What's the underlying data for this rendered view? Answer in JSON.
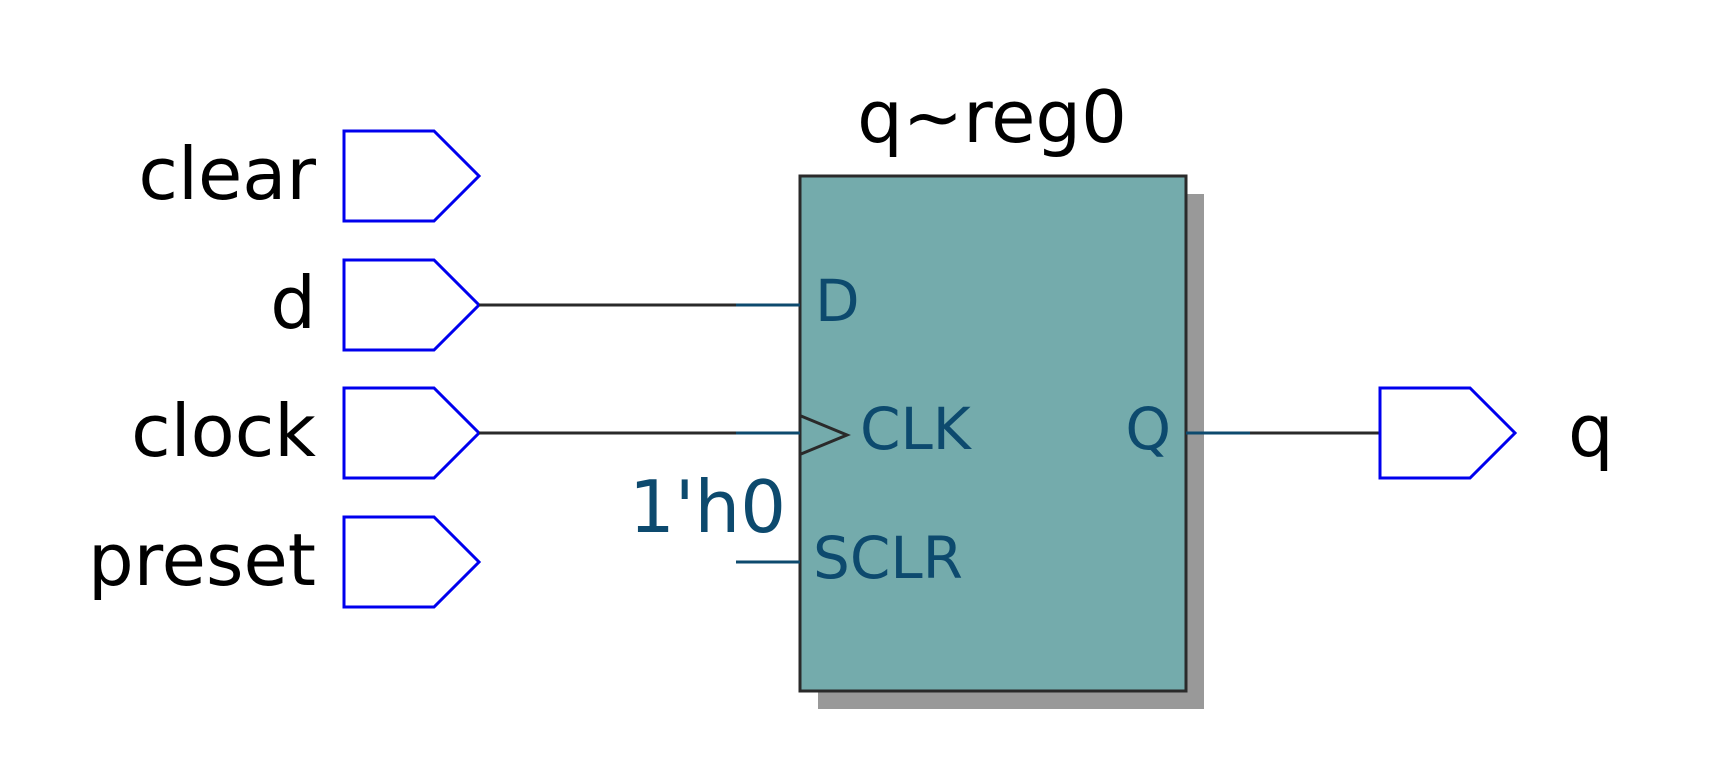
{
  "diagram": {
    "inputs": [
      {
        "id": "clear",
        "label": "clear"
      },
      {
        "id": "d",
        "label": "d"
      },
      {
        "id": "clock",
        "label": "clock"
      },
      {
        "id": "preset",
        "label": "preset"
      }
    ],
    "outputs": [
      {
        "id": "q",
        "label": "q"
      }
    ],
    "register": {
      "name": "q~reg0",
      "pins": {
        "d": "D",
        "clk": "CLK",
        "sclr": "SCLR",
        "q": "Q"
      },
      "sclr_constant": "1'h0"
    },
    "colors": {
      "port_outline": "#0000ee",
      "register_fill": "#74abac",
      "register_shadow": "#999999",
      "pin_text": "#0d4a6e",
      "wire": "#2a2a2a"
    }
  }
}
